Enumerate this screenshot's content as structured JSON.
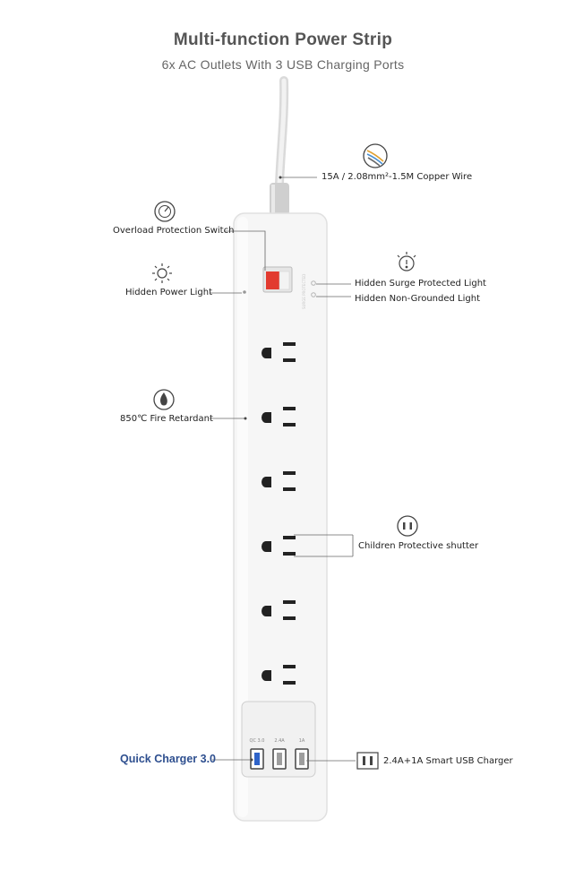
{
  "header": {
    "title": "Multi-function Power Strip",
    "subtitle": "6x AC Outlets With 3 USB Charging Ports"
  },
  "callouts": {
    "copper_wire": "15A / 2.08mm²-1.5M Copper Wire",
    "overload_switch": "Overload Protection Switch",
    "power_light": "Hidden Power Light",
    "surge_light": "Hidden Surge Protected Light",
    "non_grounded_light": "Hidden Non-Grounded Light",
    "fire_retardant": "850℃ Fire Retardant",
    "child_shutter": "Children Protective shutter",
    "quick_charger": "Quick Charger 3.0",
    "usb_charger": "2.4A+1A Smart USB Charger"
  },
  "usb_port_labels": [
    "QC 3.0",
    "2.4A",
    "1A"
  ],
  "usb_port_colors": [
    "#2e63c9",
    "#9e9e9e",
    "#9e9e9e"
  ],
  "outlet_count": 6,
  "colors": {
    "quick_charger": "#2e4f8f",
    "title": "#555555"
  }
}
